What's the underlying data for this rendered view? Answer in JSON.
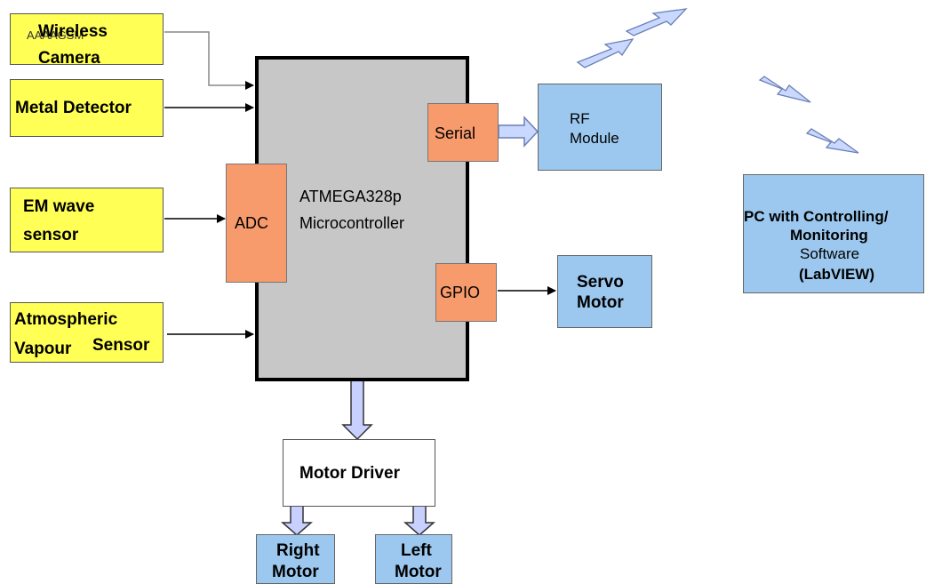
{
  "blocks": {
    "wireless_camera": {
      "line1": "Wireless",
      "line2": "Camera",
      "overlay": "AAAAGSM"
    },
    "metal_detector": "Metal Detector",
    "em_wave_sensor": {
      "line1": "EM wave",
      "line2": "sensor"
    },
    "atmospheric_sensor": {
      "line1": "Atmospheric",
      "line2": "Vapour",
      "line3": "Sensor"
    },
    "mcu": {
      "line1": "ATMEGA328p",
      "line2": "Microcontroller"
    },
    "adc": "ADC",
    "serial": "Serial",
    "gpio": "GPIO",
    "rf_module": {
      "line1": "RF",
      "line2": "Module"
    },
    "servo_motor": {
      "line1": "Servo",
      "line2": "Motor"
    },
    "pc": {
      "line1": "PC with Controlling/",
      "line2": "Monitoring",
      "line3": "Software",
      "line4": "(LabVIEW)"
    },
    "motor_driver": "Motor Driver",
    "right_motor": {
      "line1": "Right",
      "line2": "Motor"
    },
    "left_motor": {
      "line1": "Left",
      "line2": "Motor"
    }
  },
  "colors": {
    "sensor": "#ffff55",
    "interface": "#f79a6c",
    "module": "#9cc8ef",
    "mcu": "#c7c7c7",
    "arrow_fill": "#c8d0ff"
  }
}
